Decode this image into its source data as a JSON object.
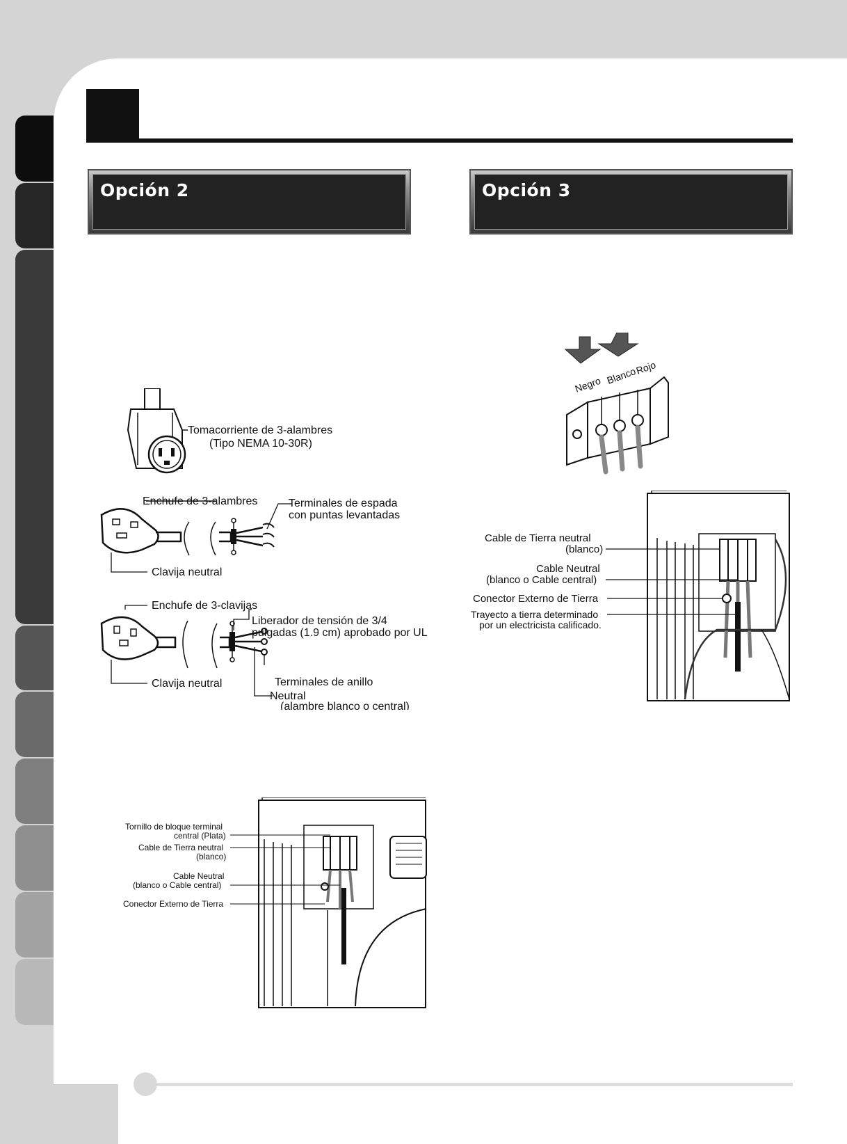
{
  "option2": {
    "title": "Opción 2"
  },
  "option3": {
    "title": "Opción 3"
  },
  "fig_outlet": {
    "label_line1": "Tomacorriente de 3-alambres",
    "label_line2": "(Tipo NEMA 10-30R)"
  },
  "fig_plug_3wire": {
    "plug_label": "Enchufe de 3-alambres",
    "terminals_line1": "Terminales de espada",
    "terminals_line2": "con puntas levantadas",
    "neutral_pin": "Clavija neutral"
  },
  "fig_plug_3pin": {
    "plug_label": "Enchufe de 3-clavijas",
    "strain_line1": "Liberador de tensión de 3/4",
    "strain_line2": "pulgadas (1.9 cm) aprobado por UL",
    "neutral_pin": "Clavija neutral",
    "ring_terminals": "Terminales de anillo",
    "neutral_line1": "Neutral",
    "neutral_line2": "(alambre blanco o central)"
  },
  "fig_terminal_block": {
    "negro": "Negro",
    "blanco": "Blanco",
    "rojo": "Rojo"
  },
  "fig_back_opt3": {
    "ground_line1": "Cable de Tierra neutral",
    "ground_line2": "(blanco)",
    "neutral_line1": "Cable Neutral",
    "neutral_line2": "(blanco o  Cable central)",
    "external_ground": "Conector Externo de Tierra",
    "path_line1": "Trayecto a tierra determinado",
    "path_line2": "por un electricista calificado."
  },
  "fig_back_opt2": {
    "screw_line1": "Tornillo de bloque terminal",
    "screw_line2": "central (Plata)",
    "ground_line1": "Cable de Tierra neutral",
    "ground_line2": "(blanco)",
    "neutral_line1": "Cable Neutral",
    "neutral_line2": "(blanco o  Cable central)",
    "external_ground": "Conector Externo de Tierra"
  },
  "colors": {
    "tab_1": "#0d0d0d",
    "tab_2": "#262626",
    "tab_3": "#3a3a3a",
    "tab_4": "#555555",
    "tab_5": "#6a6a6a",
    "tab_6": "#7e7e7e",
    "tab_7": "#8f8f8f",
    "tab_8": "#a3a3a3",
    "tab_9": "#b9b9b9"
  }
}
